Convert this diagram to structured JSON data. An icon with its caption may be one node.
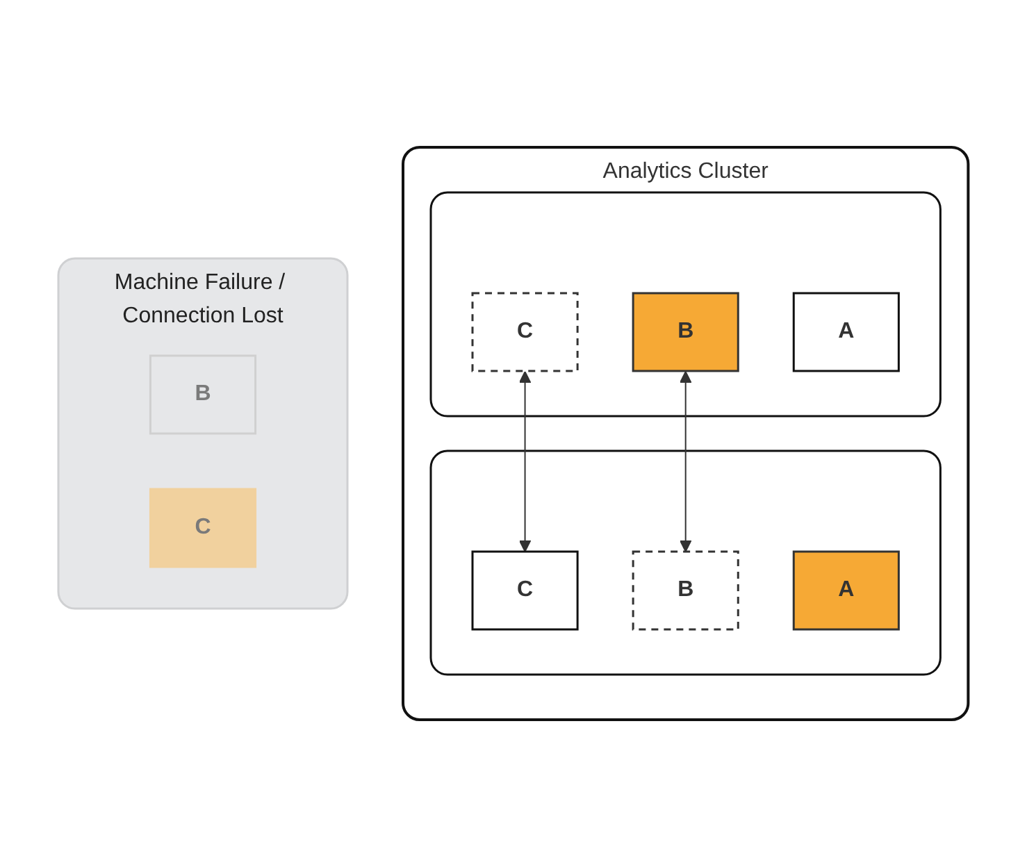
{
  "diagram": {
    "nodes": [
      {
        "text": [
          "Analytics Cluster"
        ]
      },
      {
        "text": [],
        "shape": "box",
        "in": 0
      },
      {
        "text": [
          "A"
        ],
        "in": 1
      },
      {
        "text": [
          "B"
        ],
        "in": 1
      },
      {
        "text": [
          "C"
        ],
        "in": 1
      },
      {
        "text": [],
        "shape": "box",
        "in": 0
      },
      {
        "text": [
          "C"
        ],
        "in": 5
      },
      {
        "text": [
          "A"
        ],
        "in": 5
      },
      {
        "text": [
          "B"
        ],
        "in": 5
      },
      {
        "text": [
          "Machine Failure / Connection Lost"
        ]
      },
      {
        "text": [
          "B"
        ],
        "in": 9
      },
      {
        "text": [
          "C"
        ],
        "in": 9
      }
    ],
    "edges": [
      {
        "from": 4,
        "to": 6,
        "arrow": "both"
      },
      {
        "from": 3,
        "to": 8,
        "arrow": "both"
      }
    ]
  }
}
